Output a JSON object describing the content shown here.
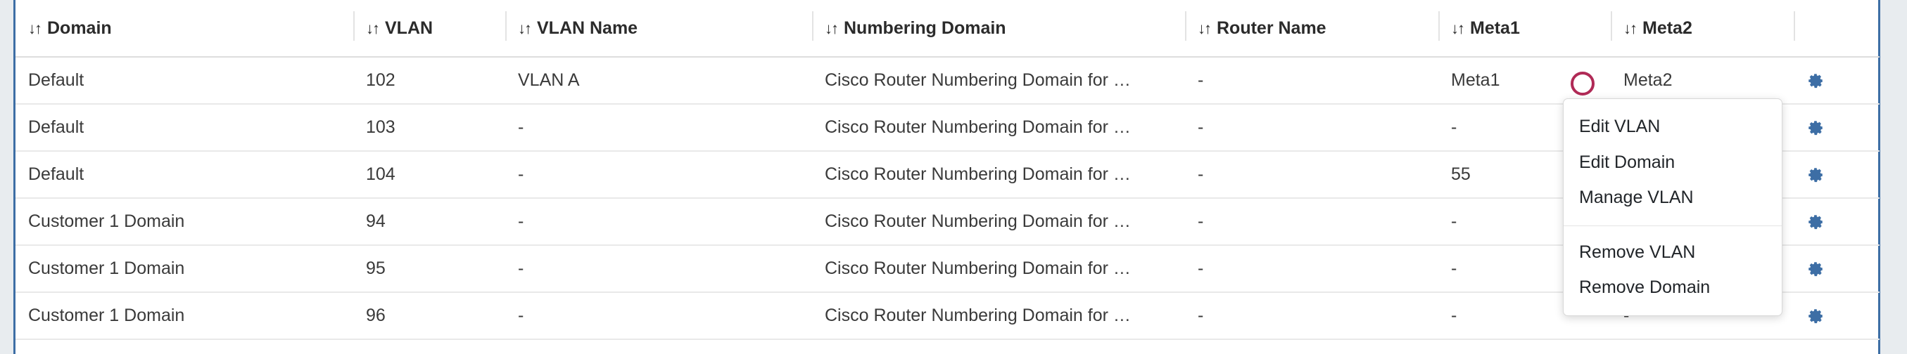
{
  "colors": {
    "rail": "#3d6ea5",
    "gutter": "#e8ecef",
    "gear": "#3d6ea5",
    "ring": "#b02a56",
    "header_text": "#2b2b2b",
    "body_text": "#3a3a3a",
    "row_border": "#e9e9e9"
  },
  "table": {
    "sort_icon": "↓↑",
    "columns": [
      {
        "key": "domain",
        "label": "Domain",
        "sortable": true
      },
      {
        "key": "vlan",
        "label": "VLAN",
        "sortable": true
      },
      {
        "key": "vlan_name",
        "label": "VLAN Name",
        "sortable": true
      },
      {
        "key": "num_domain",
        "label": "Numbering Domain",
        "sortable": true
      },
      {
        "key": "router",
        "label": "Router Name",
        "sortable": true
      },
      {
        "key": "meta1",
        "label": "Meta1",
        "sortable": true
      },
      {
        "key": "meta2",
        "label": "Meta2",
        "sortable": true
      },
      {
        "key": "actions",
        "label": "",
        "sortable": false
      }
    ],
    "rows": [
      {
        "domain": "Default",
        "vlan": "102",
        "vlan_name": "VLAN A",
        "num_domain": "Cisco Router Numbering Domain for …",
        "router": "-",
        "meta1": "Meta1",
        "meta2": "Meta2",
        "action_icon": "gear-icon"
      },
      {
        "domain": "Default",
        "vlan": "103",
        "vlan_name": "-",
        "num_domain": "Cisco Router Numbering Domain for …",
        "router": "-",
        "meta1": "-",
        "meta2": "",
        "action_icon": "gear-icon"
      },
      {
        "domain": "Default",
        "vlan": "104",
        "vlan_name": "-",
        "num_domain": "Cisco Router Numbering Domain for …",
        "router": "-",
        "meta1": "55",
        "meta2": "",
        "action_icon": "gear-icon"
      },
      {
        "domain": "Customer 1 Domain",
        "vlan": "94",
        "vlan_name": "-",
        "num_domain": "Cisco Router Numbering Domain for …",
        "router": "-",
        "meta1": "-",
        "meta2": "",
        "action_icon": "gear-icon"
      },
      {
        "domain": "Customer 1 Domain",
        "vlan": "95",
        "vlan_name": "-",
        "num_domain": "Cisco Router Numbering Domain for …",
        "router": "-",
        "meta1": "-",
        "meta2": "",
        "action_icon": "gear-icon"
      },
      {
        "domain": "Customer 1 Domain",
        "vlan": "96",
        "vlan_name": "-",
        "num_domain": "Cisco Router Numbering Domain for …",
        "router": "-",
        "meta1": "-",
        "meta2": "-",
        "action_icon": "gear-icon"
      }
    ]
  },
  "context_menu": {
    "open": true,
    "items": [
      {
        "label": "Edit VLAN",
        "separator_before": false
      },
      {
        "label": "Edit Domain",
        "separator_before": false
      },
      {
        "label": "Manage VLAN",
        "separator_before": false
      },
      {
        "label": "Remove VLAN",
        "separator_before": true
      },
      {
        "label": "Remove Domain",
        "separator_before": false
      }
    ]
  },
  "annotation": {
    "type": "click-ring",
    "shape": "circle"
  }
}
